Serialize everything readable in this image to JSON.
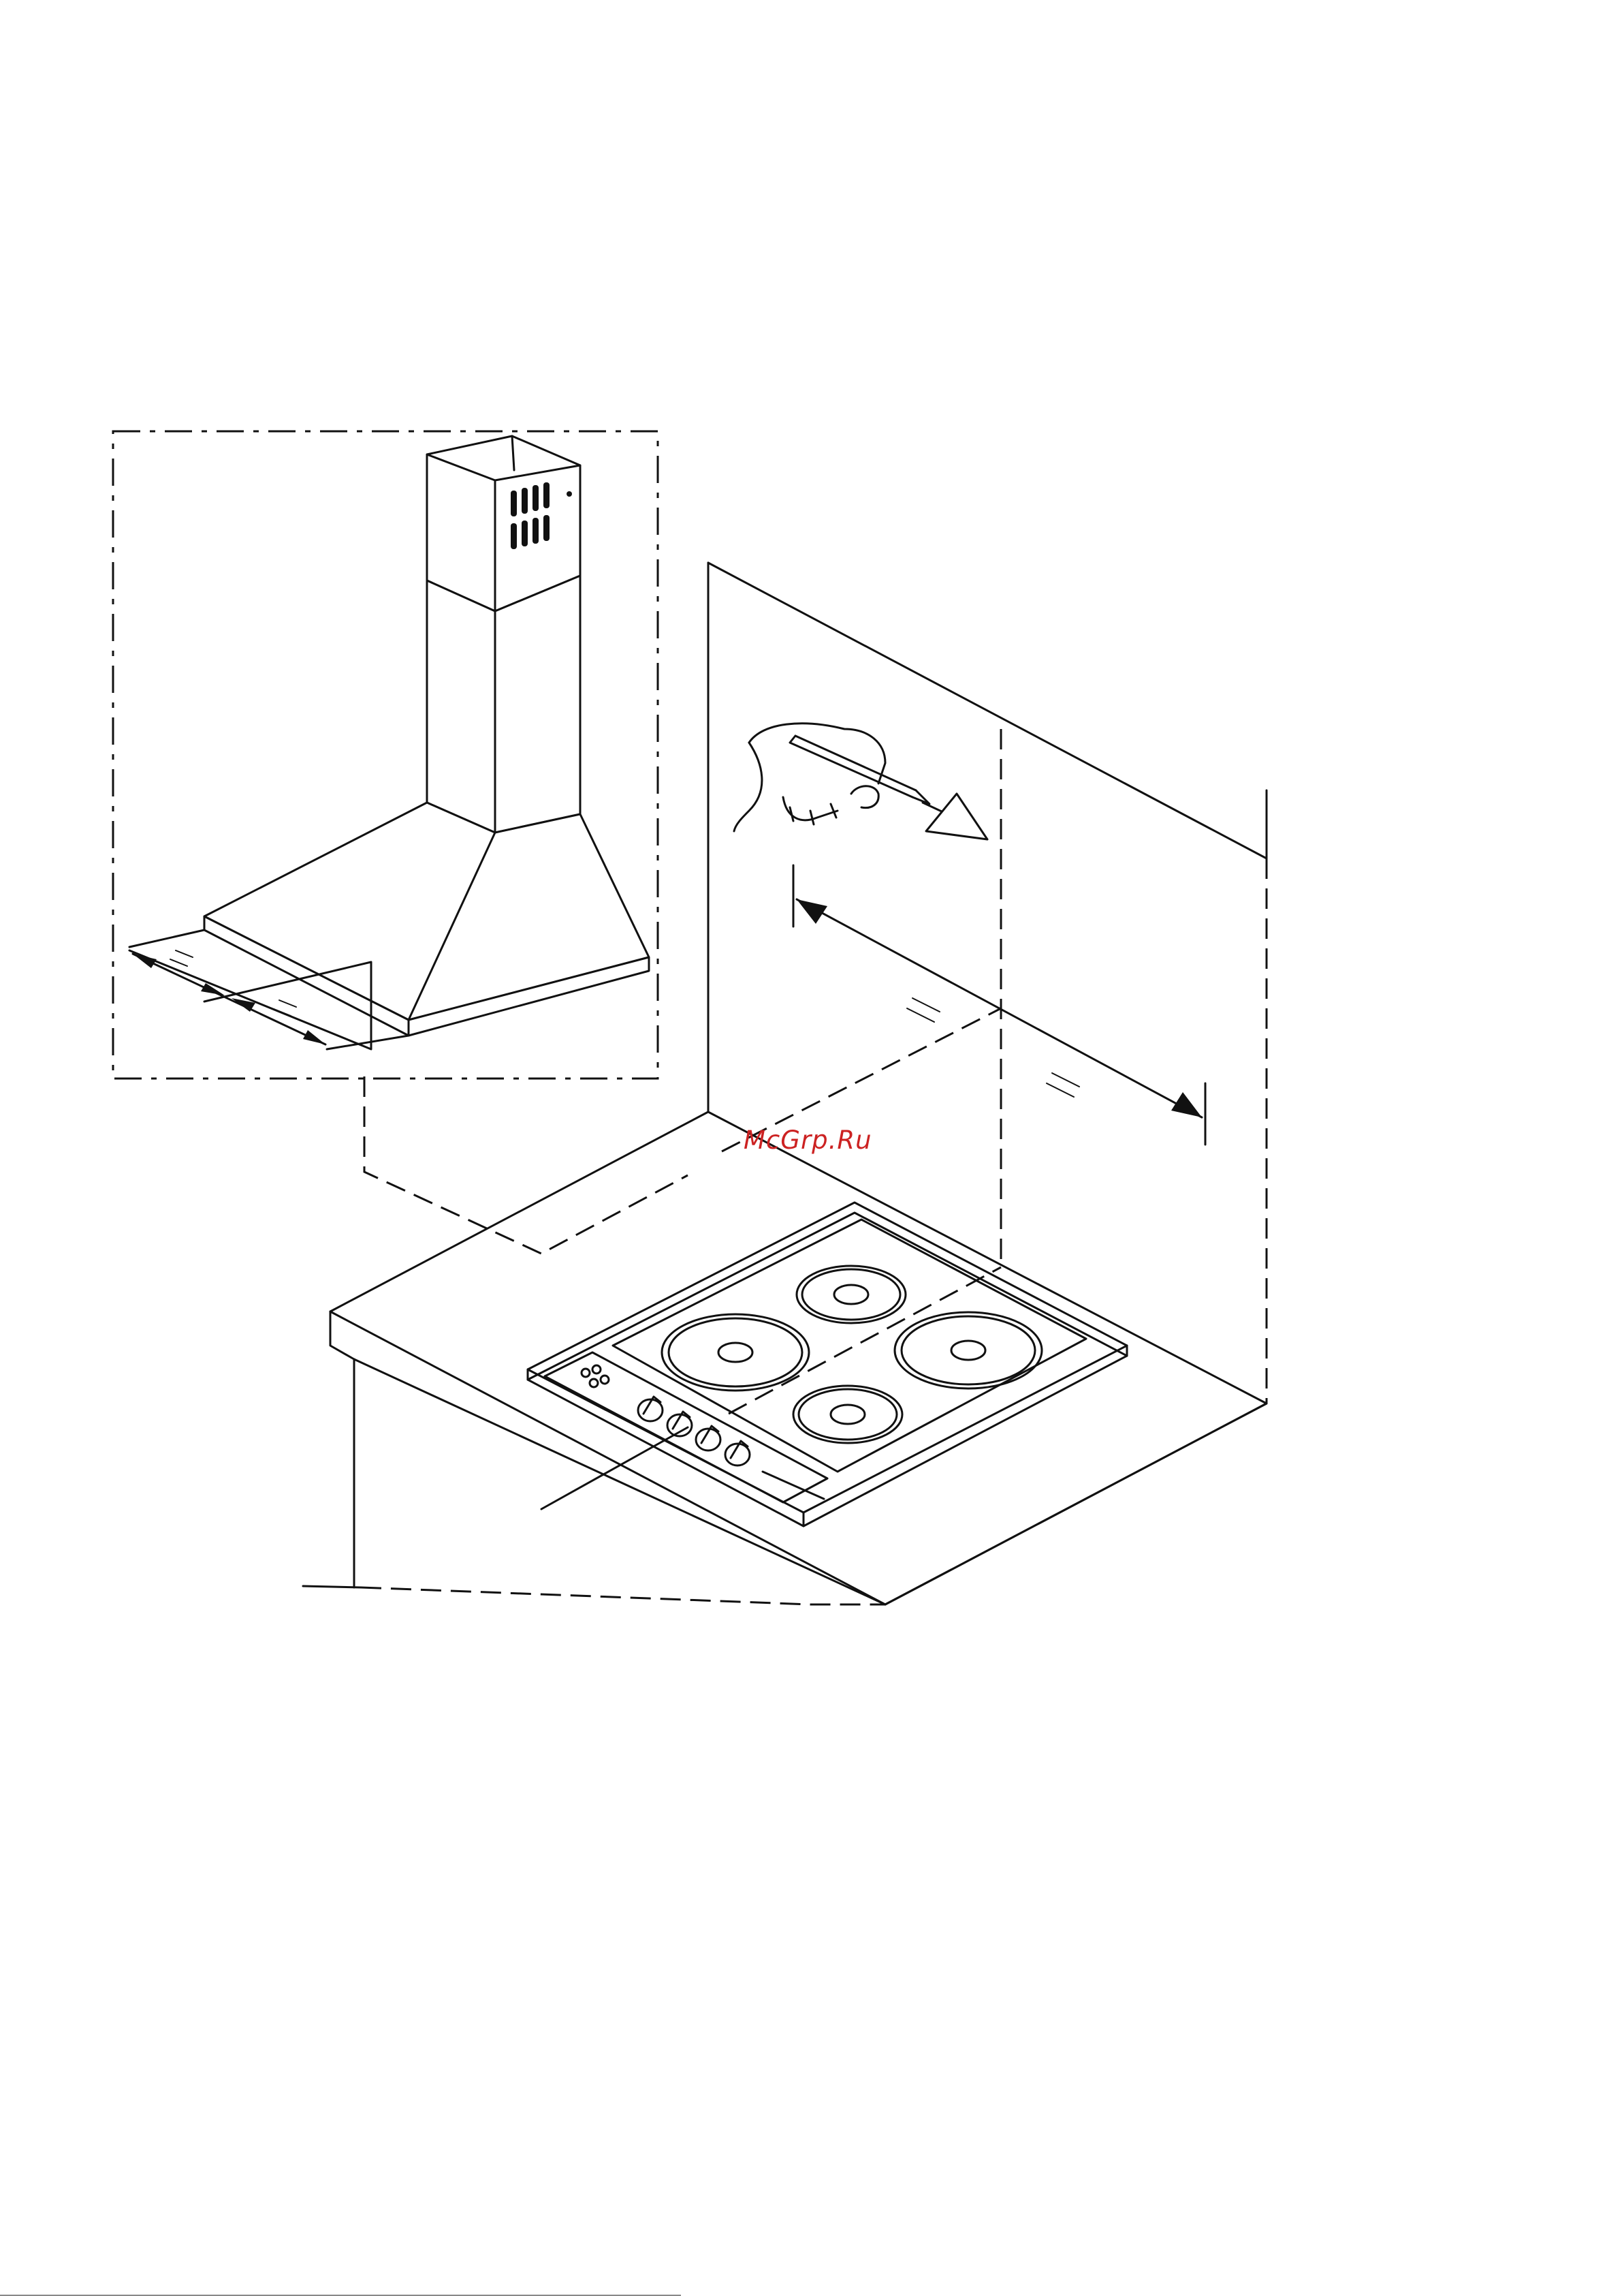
{
  "figure": {
    "watermark_text": "McGrp.Ru",
    "colors": {
      "line": "#111111",
      "watermark": "#cc2222",
      "background": "#ffffff",
      "footer_rule": "#888888"
    },
    "parts": [
      "chimney-hood",
      "hob",
      "worktop",
      "wall",
      "hand-with-pencil",
      "dimension-arrows"
    ]
  }
}
